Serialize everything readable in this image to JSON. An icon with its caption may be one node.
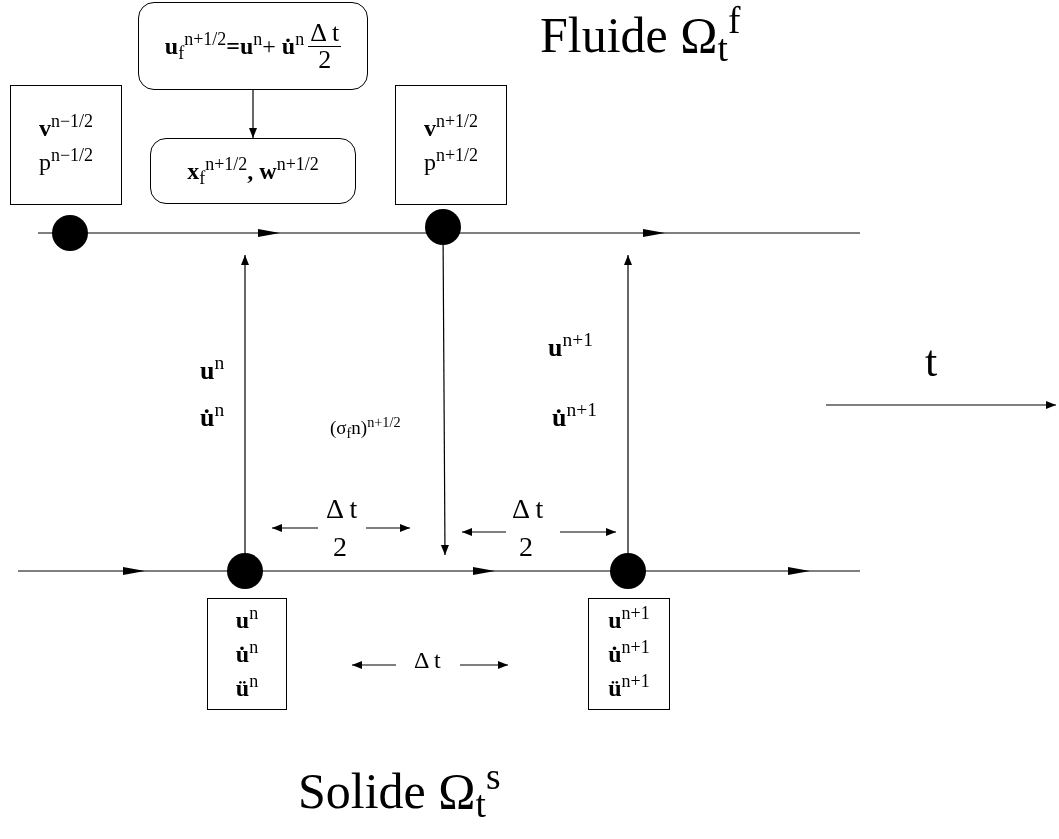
{
  "diagram": {
    "title": "Fluide Ω$_{t}$$^{f}$",
    "caption": "Solide Ω$_{t}$$^{s}$",
    "nodes": [
      {
        "text": [
          "**v**$^{n−1/2}$",
          "p$^{n−1/2}$"
        ]
      },
      {
        "text": [
          "**u**$_{f}$$^{n+1/2}$**=u**$^{n}$+ **u̇**$^{n}$",
          "Δ t",
          "2"
        ]
      },
      {
        "text": [
          "**x**$_{f}$$^{n+1/2}$**,**  **w**$^{n+1/2}$"
        ]
      },
      {
        "text": [
          "**v**$^{n+1/2}$",
          "p$^{n+1/2}$"
        ]
      },
      {
        "text": [],
        "shape": "circle"
      },
      {
        "text": [],
        "shape": "circle"
      },
      {
        "text": [],
        "shape": "circle"
      },
      {
        "text": [],
        "shape": "circle"
      },
      {
        "text": [
          "**u**$^{n}$",
          "**u̇**$^{n}$",
          "**ü**$^{n}$"
        ]
      },
      {
        "text": [
          "**u**$^{n+1}$",
          "**u̇**$^{n+1}$",
          "**ü**$^{n+1}$"
        ]
      }
    ],
    "edges": [
      {
        "from": 1,
        "to": 2,
        "arrow": "to"
      },
      {
        "from": 6,
        "to": null,
        "arrow": "to"
      },
      {
        "from": 5,
        "to": null,
        "arrow": "to"
      },
      {
        "from": 7,
        "to": null,
        "arrow": "to"
      }
    ],
    "labels": [
      "**u**$^{n}$",
      "**u̇**$^{n}$",
      "(σ$_{f}$n)$^{n+1/2}$",
      "**u**$^{n+1}$",
      "**u̇**$^{n+1}$",
      "t",
      "Δ t",
      "2",
      "Δ t",
      "2",
      "Δ t"
    ]
  }
}
